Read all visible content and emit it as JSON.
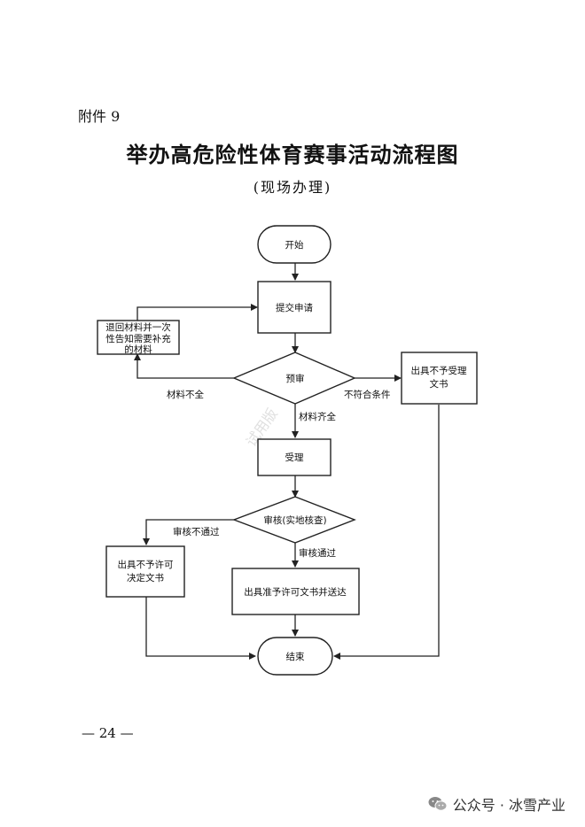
{
  "header": {
    "attachment": "附件 9",
    "title": "举办高危险性体育赛事活动流程图",
    "subtitle": "(现场办理)"
  },
  "flowchart": {
    "nodes": {
      "start": "开始",
      "submit": "提交申请",
      "return_line1": "退回材料并一次",
      "return_line2": "性告知需要补充",
      "return_line3": "的材料",
      "precheck": "预审",
      "reject_line1": "出具不予受理",
      "reject_line2": "文书",
      "accept": "受理",
      "review": "审核(实地核查)",
      "deny_line1": "出具不予许可",
      "deny_line2": "决定文书",
      "grant": "出具准予许可文书并送达",
      "end": "结束"
    },
    "edges": {
      "incomplete": "材料不全",
      "nonconform": "不符合条件",
      "complete": "材料齐全",
      "fail": "审核不通过",
      "pass": "审核通过"
    }
  },
  "watermark": "试用版",
  "page_number": "— 24 —",
  "footer": {
    "brand": "公众号 · 冰雪产业"
  }
}
